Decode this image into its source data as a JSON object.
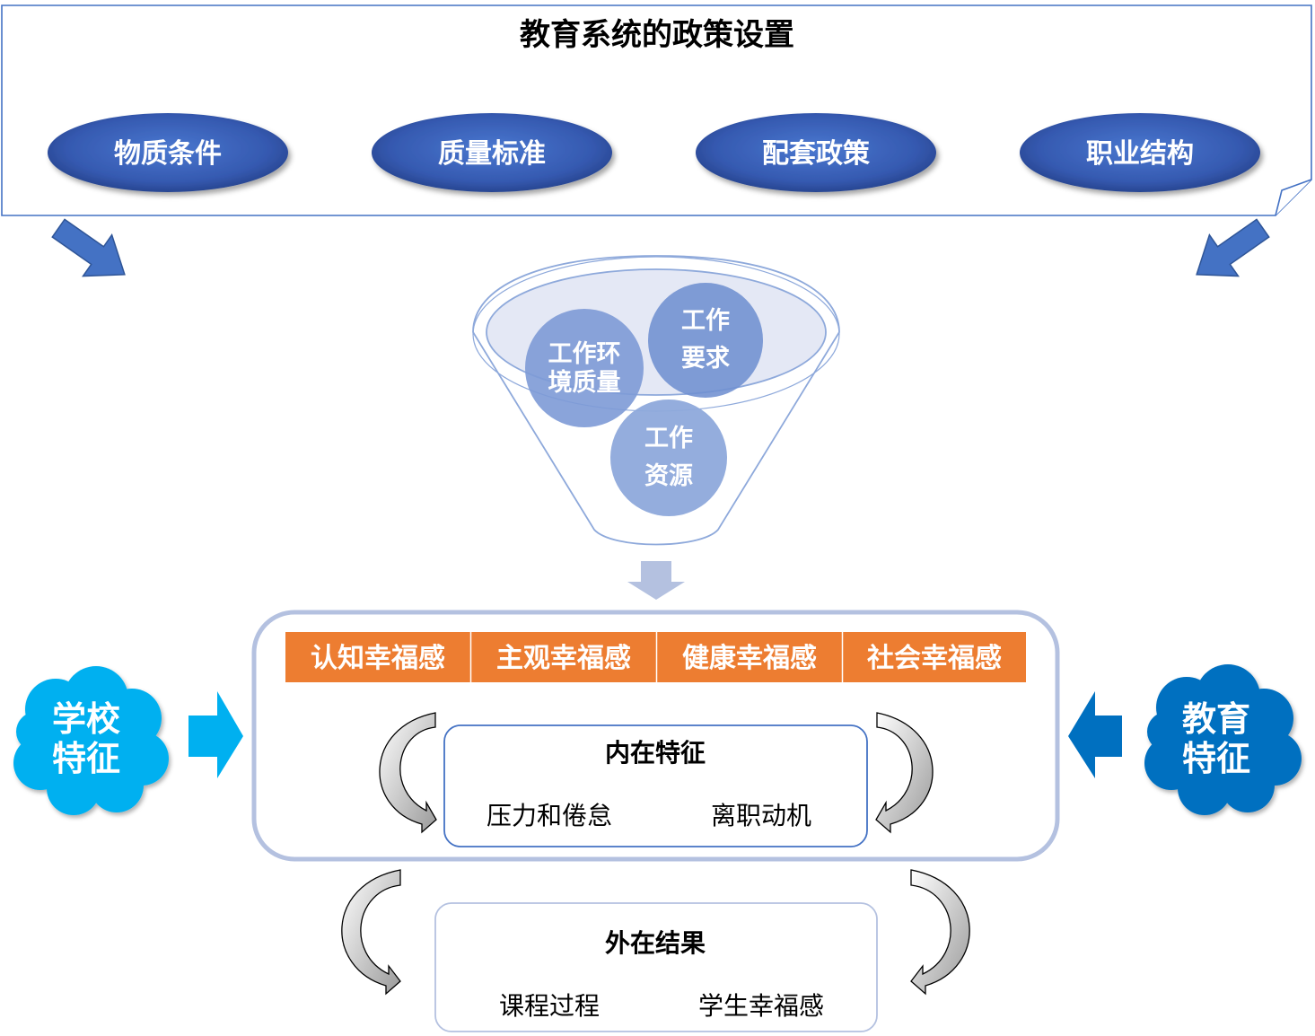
{
  "policy": {
    "title": "教育系统的政策设置",
    "items": [
      "物质条件",
      "质量标准",
      "配套政策",
      "职业结构"
    ]
  },
  "funnel": {
    "env_quality": [
      "工作环",
      "境质量"
    ],
    "demands": [
      "工作",
      "要求"
    ],
    "resources": [
      "工作",
      "资源"
    ]
  },
  "wellbeing": [
    "认知幸福感",
    "主观幸福感",
    "健康幸福感",
    "社会幸福感"
  ],
  "school": [
    "学校",
    "特征"
  ],
  "education": [
    "教育",
    "特征"
  ],
  "internal": {
    "title": "内在特征",
    "items": [
      "压力和倦怠",
      "离职动机"
    ]
  },
  "external": {
    "title": "外在结果",
    "items": [
      "课程过程",
      "学生幸福感"
    ]
  },
  "colors": {
    "ellipse_dark": "#2a4f9e",
    "ellipse_light": "#4470c8",
    "box_border": "#4472c4",
    "arrow_blue": "#4472c4",
    "orange": "#ed7d31",
    "light_periwinkle": "#b4c1e0",
    "circle": "#8ea9db",
    "cyan": "#00b0f0",
    "dark_blue": "#0070c0"
  }
}
